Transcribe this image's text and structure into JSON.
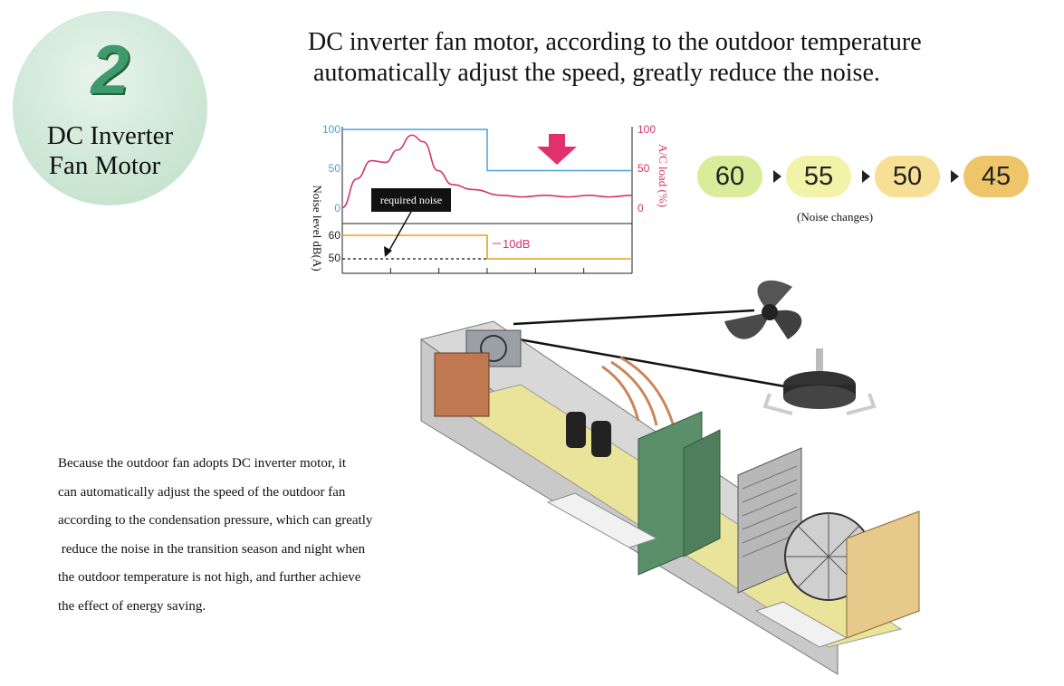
{
  "badge": {
    "number": "2",
    "title_line1": "DC Inverter",
    "title_line2": "Fan Motor"
  },
  "headline": {
    "line1": "DC inverter fan motor, according to the outdoor temperature",
    "line2": "automatically adjust the speed, greatly reduce the noise."
  },
  "chart_data": {
    "type": "line",
    "title": "",
    "upper_panel": {
      "left_ticks": [
        "100",
        "50",
        "0"
      ],
      "right_ticks": [
        "100",
        "50",
        "0"
      ],
      "right_axis_label": "A/C load (%)",
      "fan_speed_step": {
        "before": 100,
        "after": 50,
        "step_at": 0.5
      },
      "ac_load_curve": [
        [
          0.0,
          5
        ],
        [
          0.05,
          40
        ],
        [
          0.1,
          62
        ],
        [
          0.15,
          60
        ],
        [
          0.19,
          75
        ],
        [
          0.24,
          93
        ],
        [
          0.28,
          85
        ],
        [
          0.33,
          50
        ],
        [
          0.38,
          33
        ],
        [
          0.45,
          27
        ],
        [
          0.55,
          20
        ],
        [
          0.62,
          18
        ],
        [
          0.7,
          20
        ],
        [
          0.78,
          18
        ],
        [
          0.85,
          20
        ],
        [
          0.92,
          18
        ],
        [
          1.0,
          20
        ]
      ],
      "colors": {
        "fan_speed": "#4aa3d6",
        "ac_load": "#d6336c",
        "arrow": "#e1306c"
      }
    },
    "lower_panel": {
      "left_ticks": [
        "60",
        "50"
      ],
      "y_axis_label": "Noise level dB(A)",
      "noise_step": {
        "before": 60,
        "after": 50,
        "step_at": 0.5
      },
      "required_noise_label": "required noise",
      "reduction_label": "－10dB",
      "colors": {
        "noise": "#e6a020",
        "reduction_text": "#d6336c"
      }
    }
  },
  "noise_changes": {
    "values": [
      "60",
      "55",
      "50",
      "45"
    ],
    "colors": [
      "#d8ec9a",
      "#f2f2a8",
      "#f7df96",
      "#efc56a"
    ],
    "caption": "(Noise changes)"
  },
  "description": {
    "lines": [
      "Because the outdoor fan adopts DC inverter motor, it",
      "can automatically adjust the speed of the outdoor fan",
      "according to the condensation pressure, which can greatly",
      " reduce the noise in the transition season and night when",
      "the outdoor temperature is not high, and further achieve",
      "the effect of energy saving."
    ]
  }
}
